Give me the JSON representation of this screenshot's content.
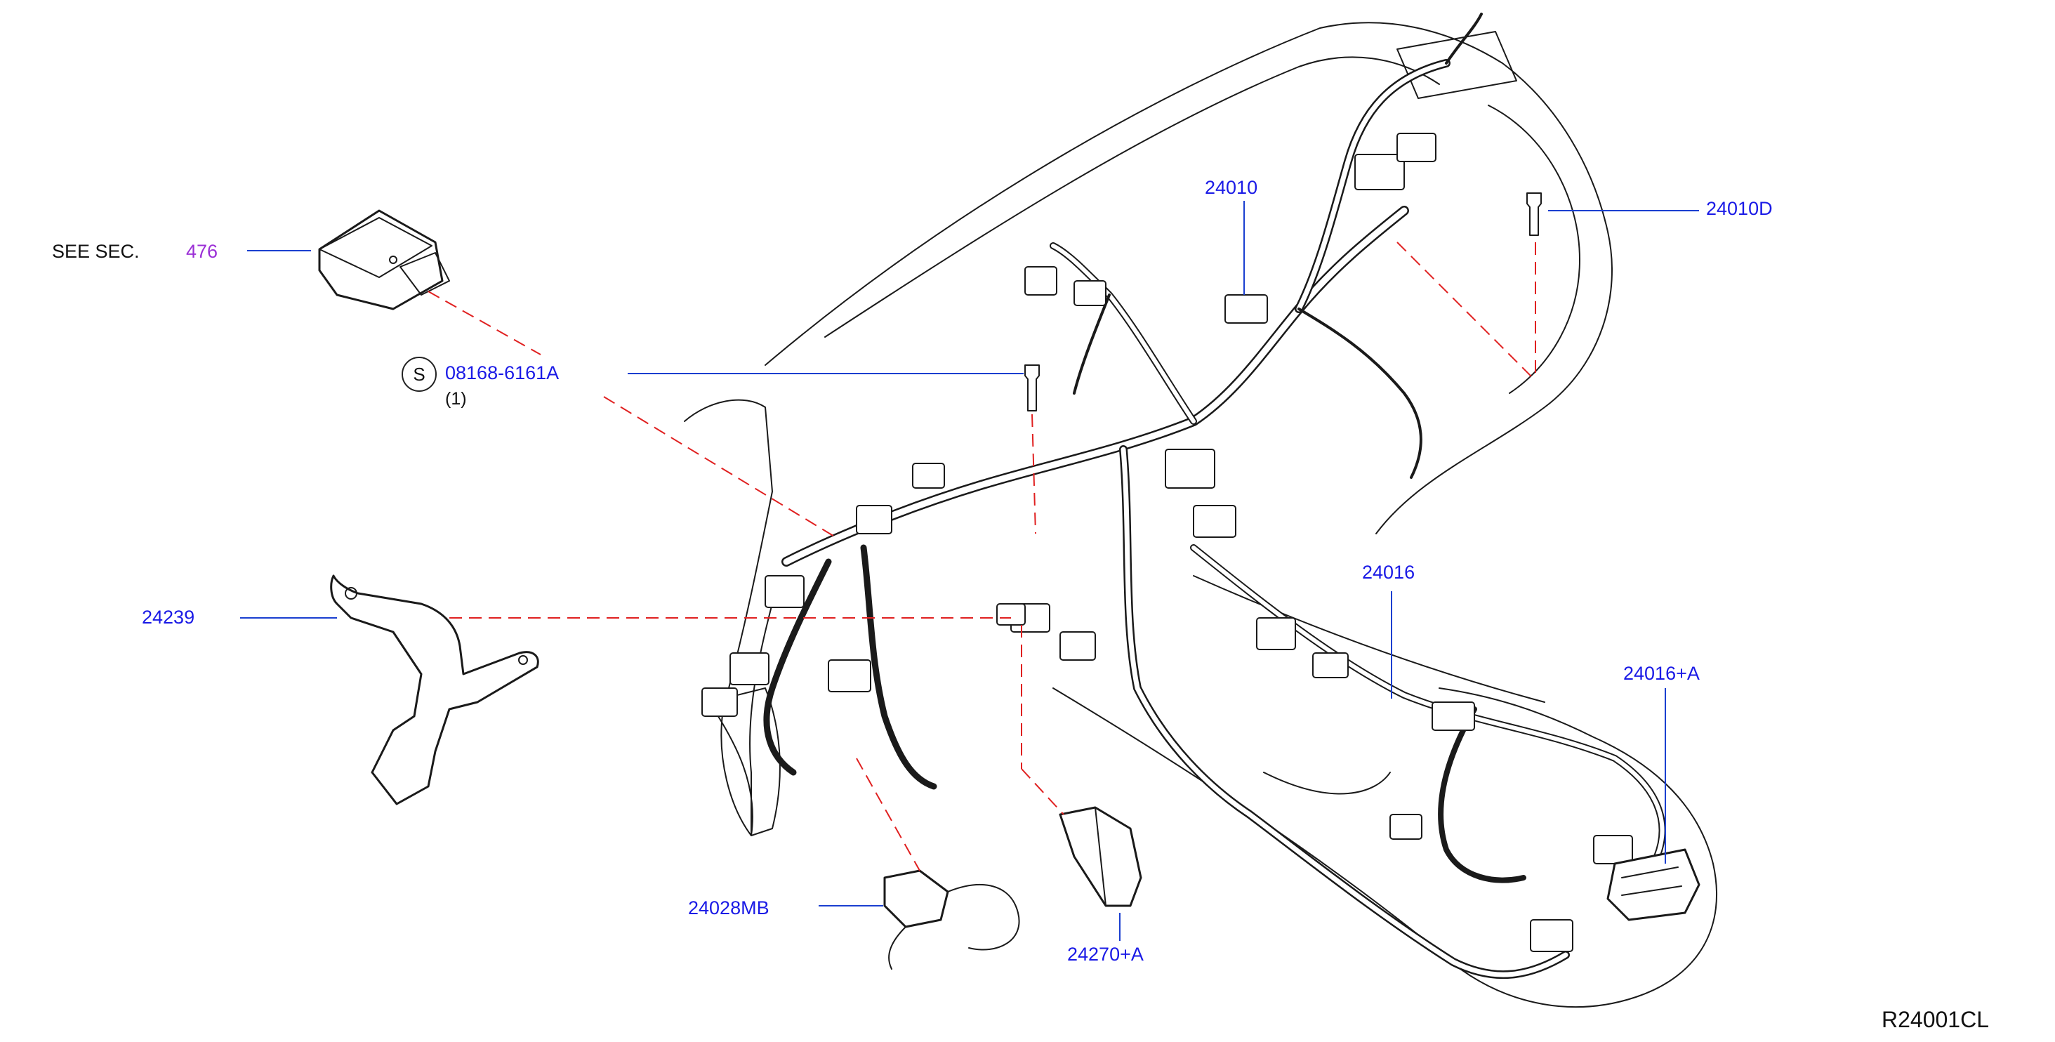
{
  "see_sec": {
    "prefix": "SEE   SEC.",
    "number": "476"
  },
  "screw": {
    "symbol": "S",
    "part": "08168-6161A",
    "qty": "(1)"
  },
  "labels": {
    "p24010": "24010",
    "p24010D": "24010D",
    "p24016": "24016",
    "p24016A": "24016+A",
    "p24239": "24239",
    "p24028MB": "24028MB",
    "p24270A": "24270+A"
  },
  "diagram_code": "R24001CL",
  "colors": {
    "callout": "#1a1ae6",
    "section_ref": "#9b2fd6",
    "leader": "#1a3fd0",
    "dashed": "#e02020",
    "line_art": "#1a1a1a"
  }
}
